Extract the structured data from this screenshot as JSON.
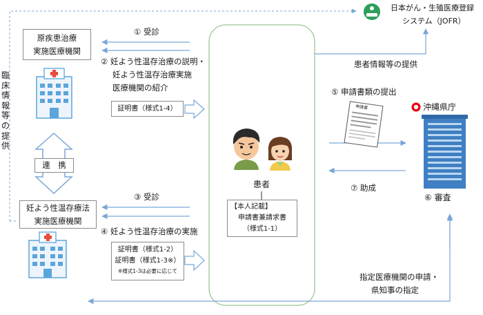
{
  "jofr": {
    "line1": "日本がん・生殖医療登録",
    "line2": "システム（JOFR）"
  },
  "cancer_facility": {
    "line1": "原疾患治療",
    "line2": "実施医療機関"
  },
  "fertility_facility": {
    "line1": "妊よう性温存療法",
    "line2": "実施医療機関"
  },
  "clinical_info": [
    "臨",
    "床",
    "情",
    "報",
    "等",
    "の",
    "提",
    "供"
  ],
  "cooperation": "連　携",
  "steps": {
    "s1": "① 受診",
    "s2a": "② 妊よう性温存治療の説明・",
    "s2b": "妊よう性温存治療実施",
    "s2c": "医療機関の紹介",
    "s3": "③ 受診",
    "s4": "④ 妊よう性温存治療の実施",
    "s5": "⑤ 申請書類の提出",
    "s6": "⑥ 審査",
    "s7": "⑦ 助成"
  },
  "cert1": "証明書（様式1-4）",
  "cert2": {
    "line1": "証明書（様式1-2）",
    "line2": "証明書（様式1-3※）",
    "note": "※様式1-3は必要に応じて"
  },
  "patient": {
    "label": "患者",
    "box_title": "【本人記載】",
    "box_line1": "申請書兼請求書",
    "box_line2": "（様式1-1）"
  },
  "patient_info": "患者情報等の提供",
  "form_label": "申請書",
  "okinawa": "沖縄県庁",
  "designation": {
    "line1": "指定医療機関の申請・",
    "line2": "県知事の指定"
  },
  "colors": {
    "arrow": "#7aa6d6",
    "outline": "#8fbf8a",
    "hospital_win": "#5aa5dc",
    "red": "#e60012"
  }
}
